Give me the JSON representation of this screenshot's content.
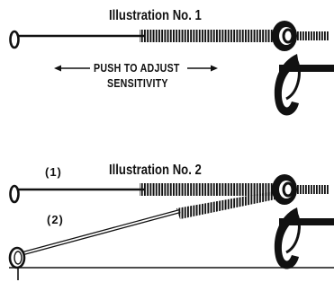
{
  "illustration1": {
    "title": "Illustration No. 1",
    "note_line1": "PUSH TO ADJUST",
    "note_line2": "SENSITIVITY"
  },
  "illustration2": {
    "title": "Illustration No. 2",
    "position1": "(1)",
    "position2": "(2)"
  },
  "colors": {
    "ink": "#111111",
    "background": "#ffffff"
  }
}
